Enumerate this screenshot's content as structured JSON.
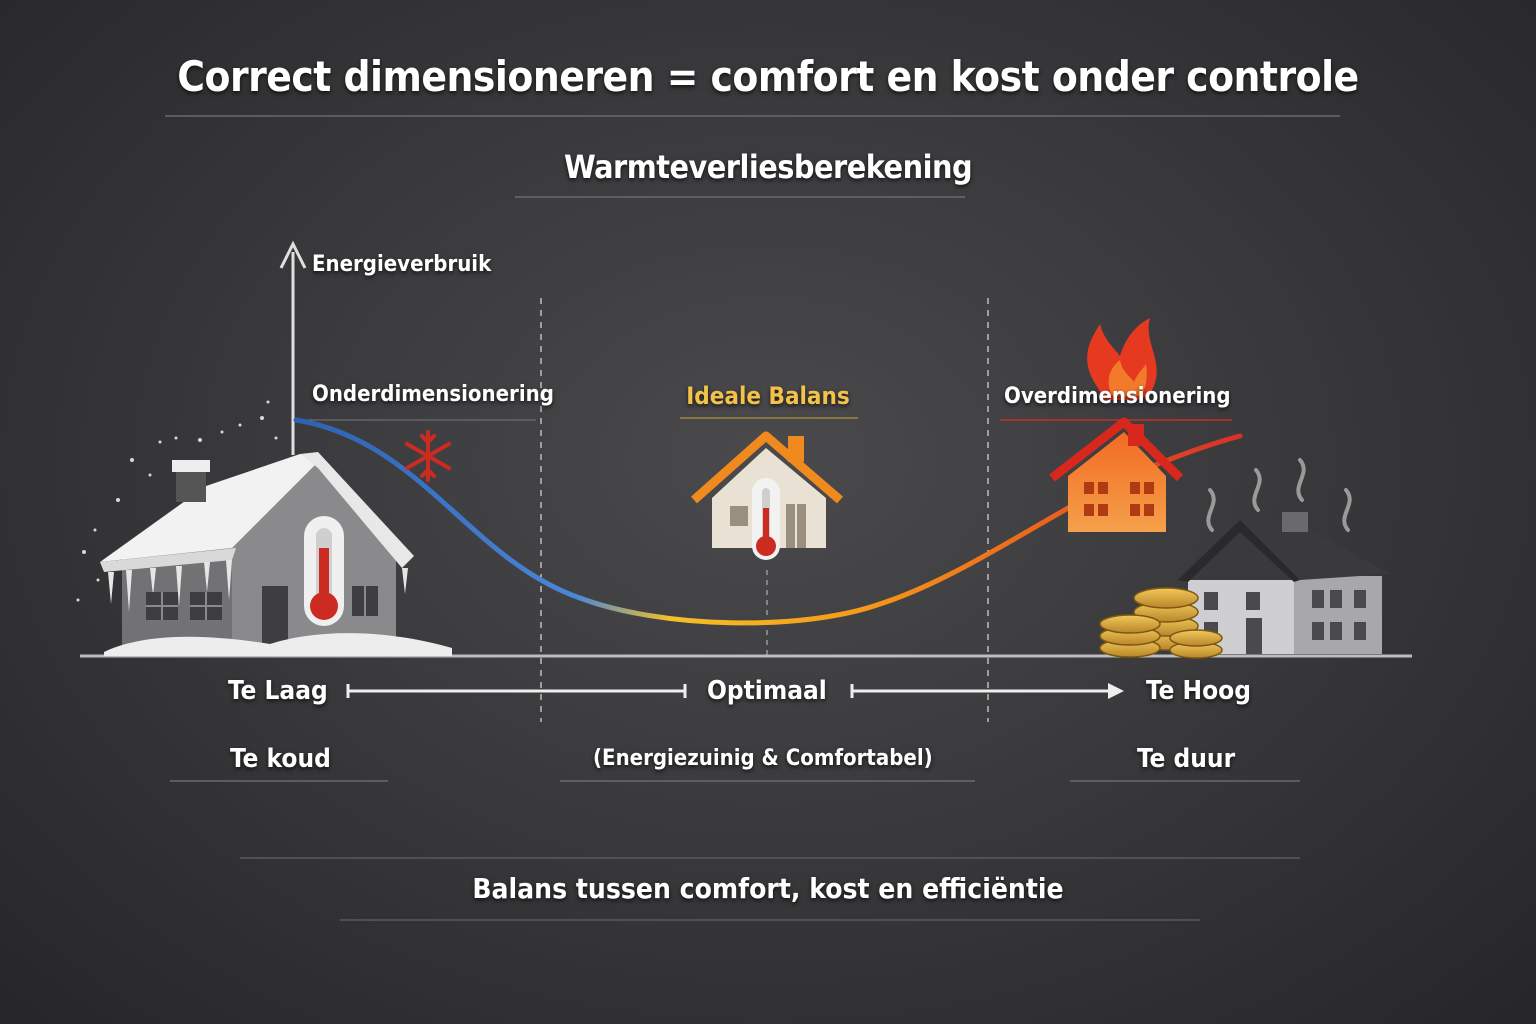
{
  "title": "Correct dimensioneren = comfort en kost onder controle",
  "subtitle": "Warmteverliesberekening",
  "y_axis_label": "Energieverbruik",
  "zones": {
    "left": "Onderdimensionering",
    "middle": "Ideale Balans",
    "right": "Overdimensionering"
  },
  "scale": {
    "low": "Te Laag",
    "mid": "Optimaal",
    "high": "Te Hoog"
  },
  "results": {
    "low": "Te koud",
    "mid": "(Energiezuinig & Comfortabel)",
    "high": "Te duur"
  },
  "footer": "Balans tussen comfort, kost en efficiëntie",
  "colors": {
    "cold": "#3a6fc0",
    "optimal": "#f0b323",
    "hot": "#e0402a",
    "accent_text": "#f3c24a"
  },
  "icons": [
    "snow-house-icon",
    "snowflake-icon",
    "thermometer-cold-icon",
    "ideal-house-icon",
    "thermometer-ideal-icon",
    "flame-icon",
    "hot-house-icon",
    "expensive-house-icon",
    "coins-icon"
  ]
}
